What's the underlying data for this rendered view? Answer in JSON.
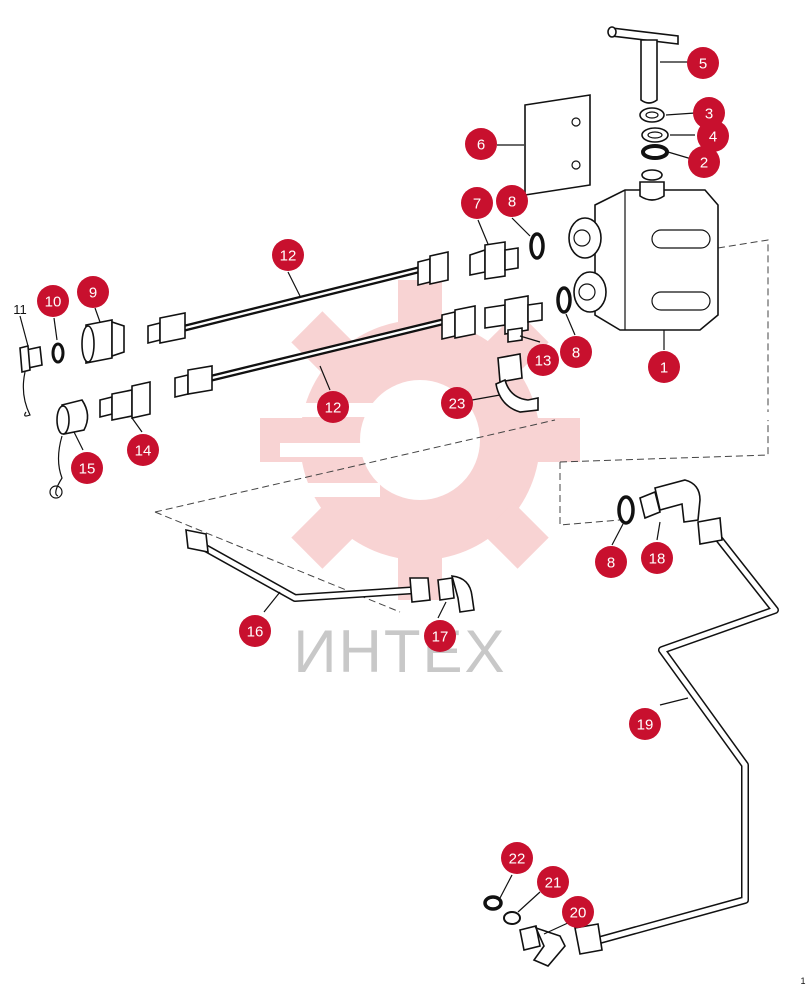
{
  "diagram": {
    "watermark": {
      "text": "ИНТЕХ",
      "gear_color": "#e23a3a"
    },
    "callout_color": "#c8102e",
    "callouts": [
      "1",
      "2",
      "3",
      "4",
      "5",
      "6",
      "7",
      "8",
      "8",
      "8",
      "9",
      "10",
      "12",
      "12",
      "13",
      "14",
      "15",
      "16",
      "17",
      "18",
      "19",
      "20",
      "21",
      "22",
      "23"
    ],
    "plain_label": "11",
    "corner_mark": "1"
  }
}
